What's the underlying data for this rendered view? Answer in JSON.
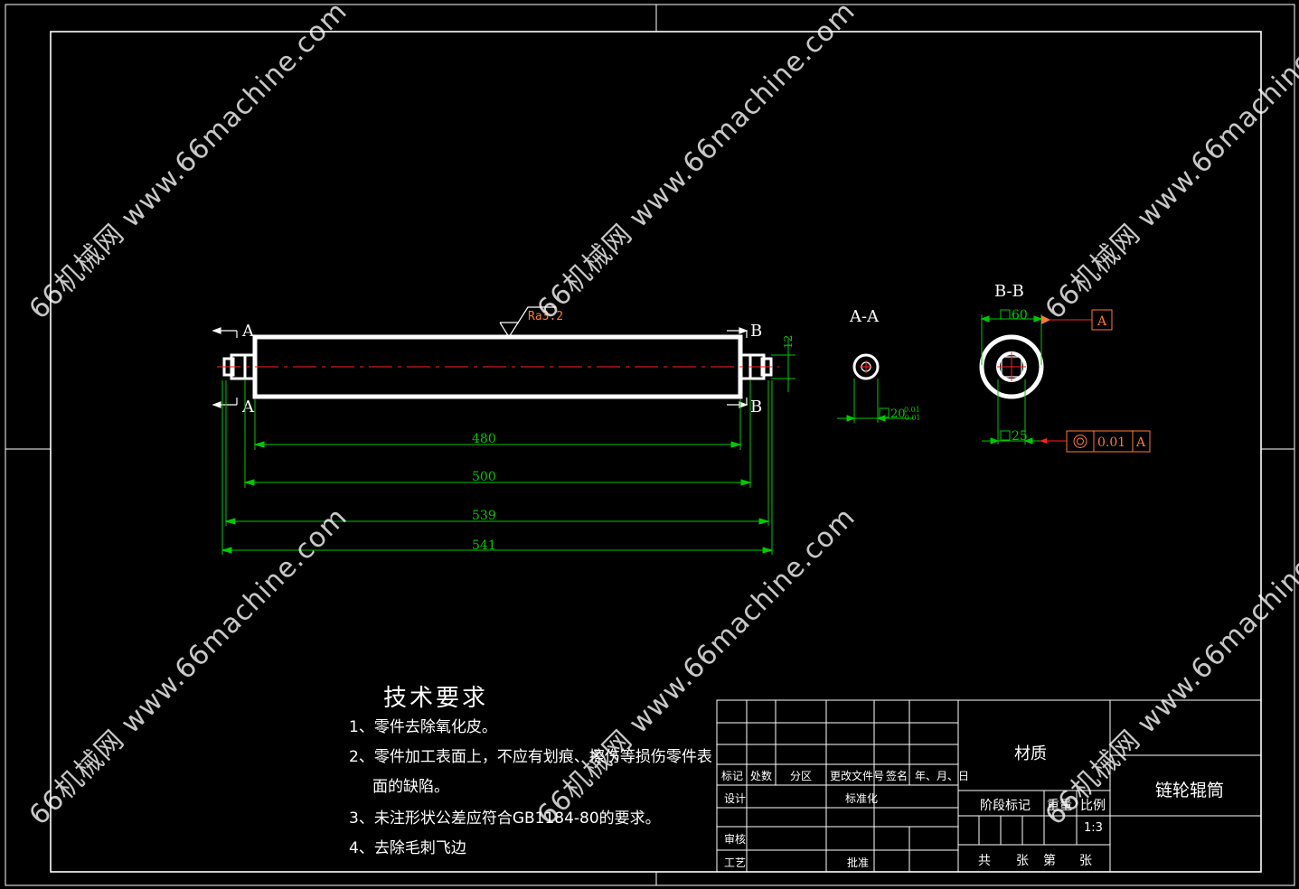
{
  "colors": {
    "background": "#000000",
    "outline": "#ffffff",
    "dimension": "#00c800",
    "centerline": "#ff2020",
    "annotation": "#ff7a30"
  },
  "main_view": {
    "section_a_label": "A",
    "section_b_label": "B",
    "roughness": "Ra3.2",
    "side_dim": "12",
    "dims": [
      "480",
      "500",
      "539",
      "541"
    ]
  },
  "section_aa": {
    "title": "A-A",
    "dim_value": "20",
    "tol_upper": "0.01",
    "tol_lower": "-0.01"
  },
  "section_bb": {
    "title": "B-B",
    "dim_top": "60",
    "dim_bottom": "25",
    "datum": "A",
    "tolerance_value": "0.01",
    "tolerance_datum": "A"
  },
  "requirements": {
    "title": "技术要求",
    "items": [
      "1、零件去除氧化皮。",
      "2、零件加工表面上，不应有划痕、擦伤等损伤零件表",
      "面的缺陷。",
      "3、未注形状公差应符合GB1184-80的要求。",
      "4、去除毛刺飞边"
    ]
  },
  "title_block": {
    "headers": [
      "标记",
      "处数",
      "分区",
      "更改文件号",
      "签名",
      "年、月、日"
    ],
    "design": "设计",
    "standardize": "标准化",
    "review": "审核",
    "process": "工艺",
    "approve": "批准",
    "material": "材质",
    "stage_mark": "阶段标记",
    "weight": "重量",
    "scale_label": "比例",
    "scale_value": "1:3",
    "part_name": "链轮辊筒",
    "sheets_total": "共",
    "sheets_unit1": "张",
    "sheets_no": "第",
    "sheets_unit2": "张"
  },
  "watermark": "66机械网 www.66machine.com"
}
